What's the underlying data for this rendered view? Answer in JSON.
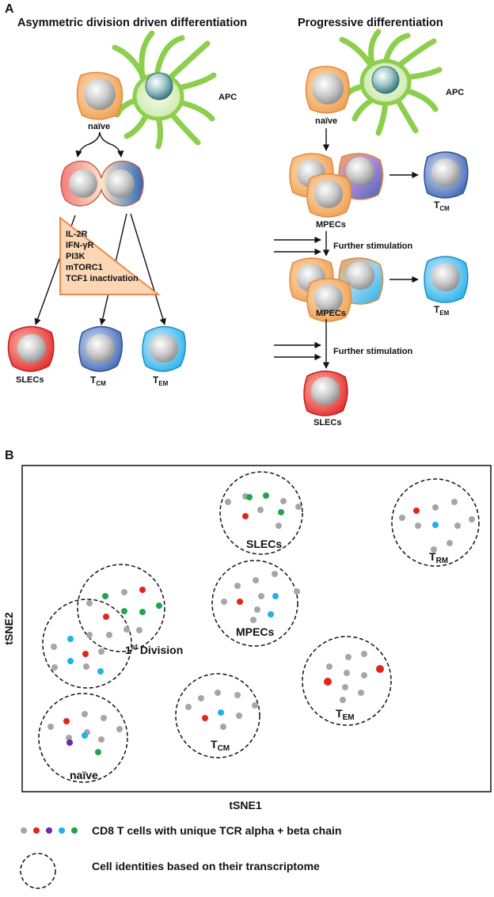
{
  "panel_a": {
    "label": "A",
    "left_title": "Asymmetric division driven differentiation",
    "right_title": "Progressive differentiation",
    "apc_label": "APC",
    "naive_label": "naïve",
    "factors": [
      "IL-2R",
      "IFN-γR",
      "PI3K",
      "mTORC1",
      "TCF1 inactivation"
    ],
    "slecs": "SLECs",
    "mpecs": "MPECs",
    "t": "T",
    "cm": "CM",
    "em": "EM",
    "further_stimulation": "Further stimulation"
  },
  "panel_b": {
    "label": "B",
    "y_axis": "tSNE2",
    "x_axis": "tSNE1",
    "clusters": {
      "slecs": "SLECs",
      "mpecs": "MPECs",
      "first_division_num": "1",
      "first_division_sup": "st",
      "first_division_word": "Division",
      "naive": "naïve",
      "t": "T",
      "cm": "CM",
      "em": "EM",
      "rm": "RM"
    },
    "legend": {
      "dots": "CD8 T cells with unique TCR alpha + beta chain",
      "circle": "Cell identities based on their transcriptome"
    }
  },
  "colors": {
    "grey_dot": "#a6a6a6",
    "red_dot": "#e0261b",
    "purple_dot": "#6a2aa0",
    "blue_dot": "#22b0e8",
    "green_dot": "#21a54b",
    "apc_green": "#8ccf4d",
    "naive_orange": "#f1a55a",
    "slec_red": "#e22a28",
    "tcm_blue": "#3f66b1",
    "tem_cyan": "#2ab1ea",
    "triangle_fill": "#fbd7b6",
    "triangle_stroke": "#e9884a"
  }
}
